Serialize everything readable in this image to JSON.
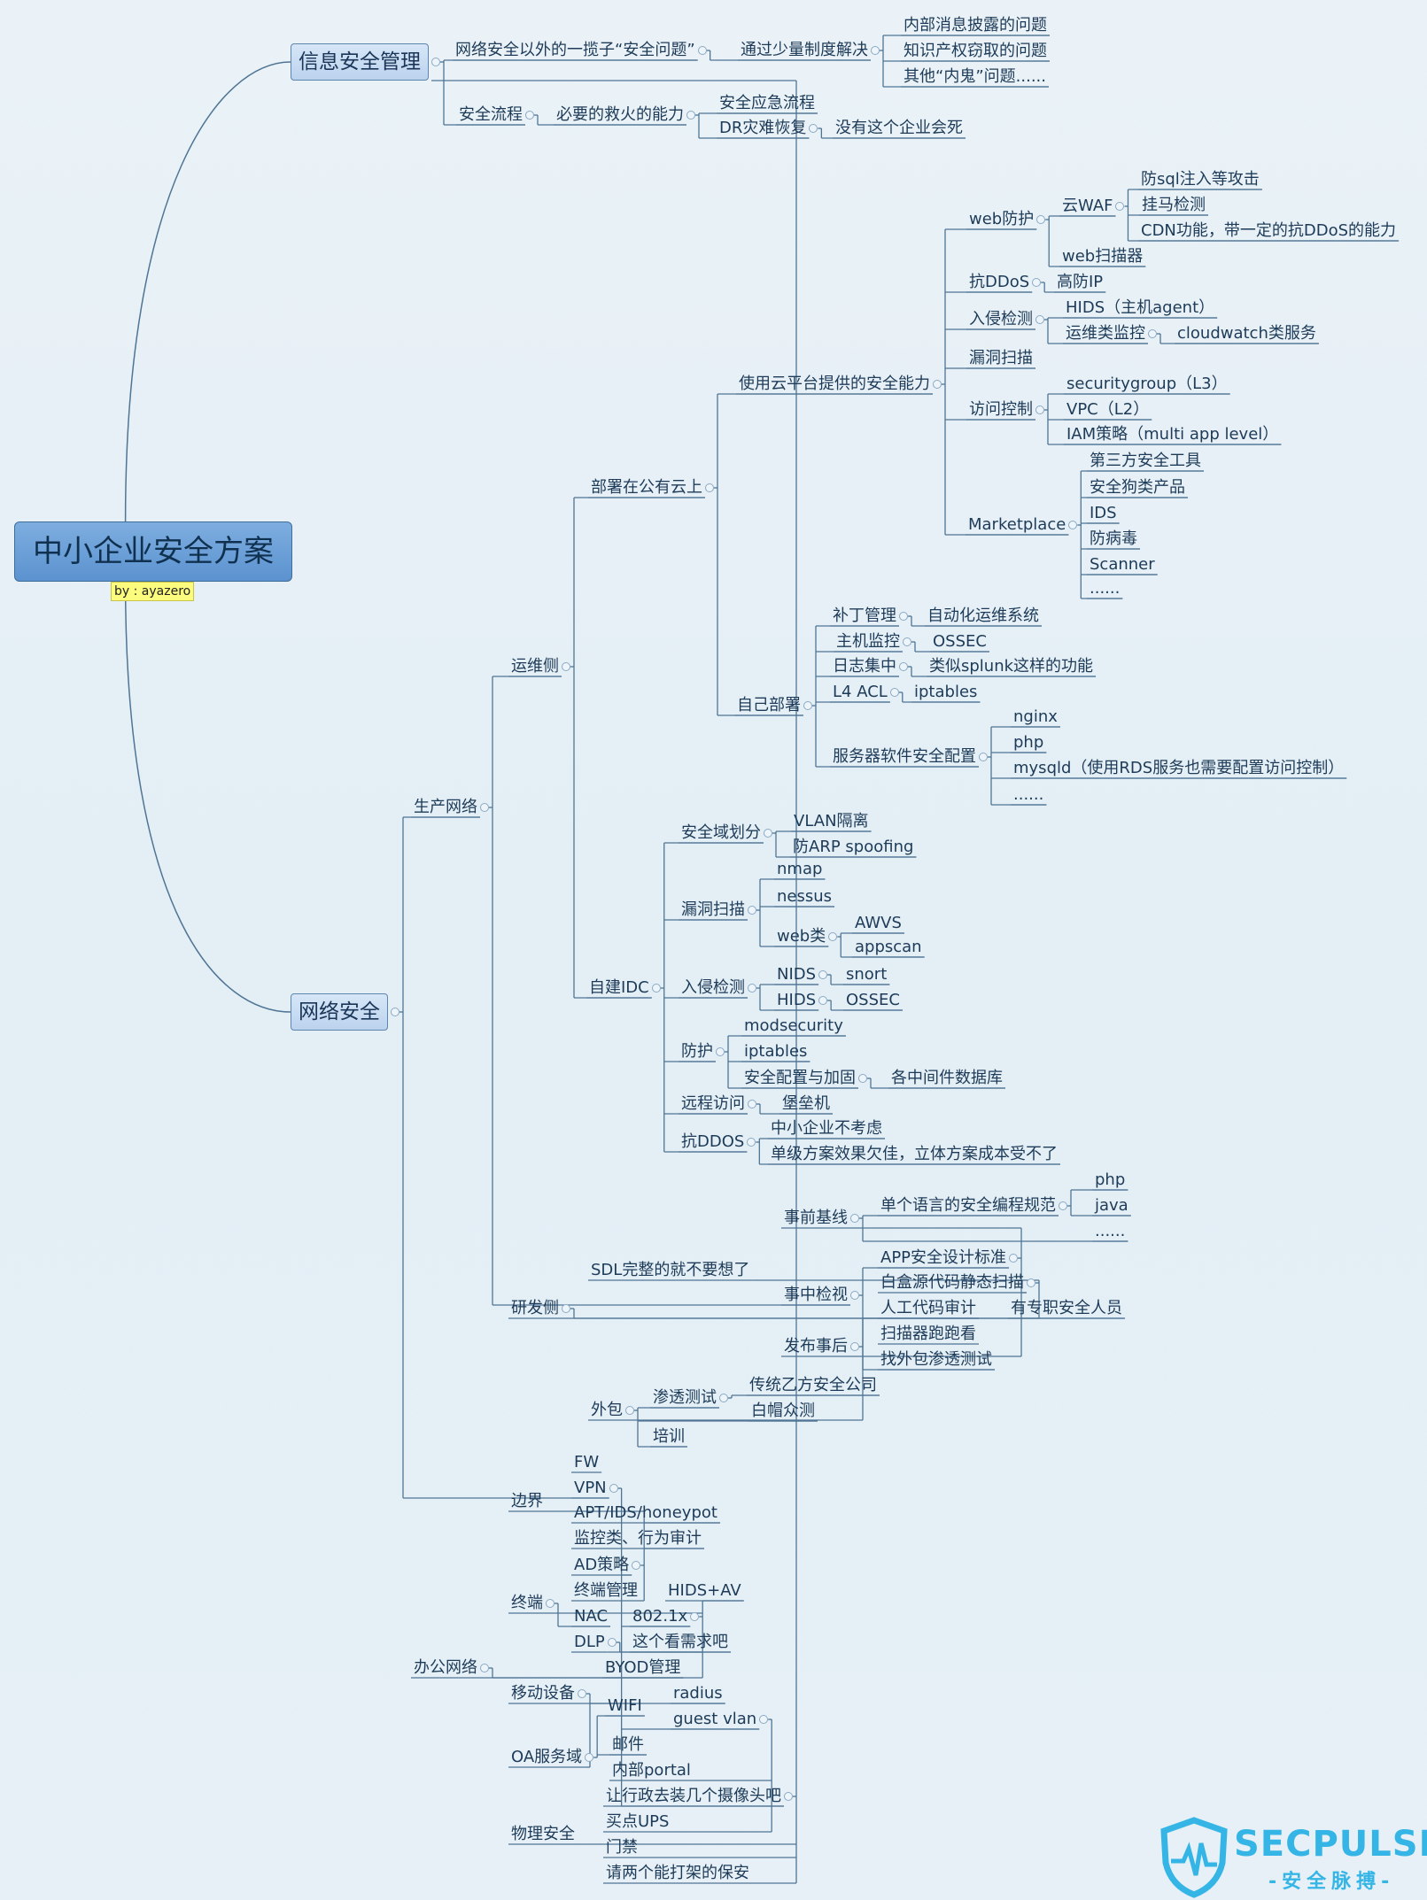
{
  "root": {
    "label": "中小企业安全方案",
    "author": "by : ayazero"
  },
  "branches": {
    "info_security": "信息安全管理",
    "network_security": "网络安全"
  },
  "nodes": [
    "网络安全以外的一揽子“安全问题”",
    "通过少量制度解决",
    "内部消息披露的问题",
    "知识产权窃取的问题",
    "其他“内鬼”问题......",
    "安全流程",
    "必要的救火的能力",
    "安全应急流程",
    "DR灾难恢复",
    "没有这个企业会死",
    "web防护",
    "云WAF",
    "防sql注入等攻击",
    "挂马检测",
    "CDN功能，带一定的抗DDoS的能力",
    "web扫描器",
    "抗DDoS",
    "高防IP",
    "入侵检测",
    "HIDS（主机agent）",
    "运维类监控",
    "cloudwatch类服务",
    "漏洞扫描",
    "使用云平台提供的安全能力",
    "访问控制",
    "securitygroup（L3）",
    "VPC（L2）",
    "IAM策略（multi app level）",
    "第三方安全工具",
    "安全狗类产品",
    "IDS",
    "Marketplace",
    "防病毒",
    "Scanner",
    "......",
    "部署在公有云上",
    "补丁管理",
    "自动化运维系统",
    "主机监控",
    "OSSEC",
    "日志集中",
    "类似splunk这样的功能",
    "L4 ACL",
    "iptables",
    "自己部署",
    "nginx",
    "php",
    "服务器软件安全配置",
    "mysqld（使用RDS服务也需要配置访问控制）",
    "......",
    "运维侧",
    "生产网络",
    "VLAN隔离",
    "安全域划分",
    "防ARP spoofing",
    "nmap",
    "nessus",
    "漏洞扫描",
    "AWVS",
    "web类",
    "appscan",
    "自建IDC",
    "入侵检测",
    "NIDS",
    "snort",
    "HIDS",
    "OSSEC",
    "modsecurity",
    "防护",
    "iptables",
    "安全配置与加固",
    "各中间件数据库",
    "远程访问",
    "堡垒机",
    "中小企业不考虑",
    "抗DDOS",
    "单级方案效果欠佳，立体方案成本受不了",
    "php",
    "事前基线",
    "单个语言的安全编程规范",
    "java",
    "......",
    "APP安全设计标准",
    "SDL完整的就不要想了",
    "白盒源代码静态扫描",
    "事中检视",
    "研发侧",
    "人工代码审计",
    "有专职安全人员",
    "扫描器跑跑看",
    "发布事后",
    "找外包渗透测试",
    "传统乙方安全公司",
    "渗透测试",
    "外包",
    "白帽众测",
    "培训",
    "FW",
    "VPN",
    "边界",
    "APT/IDS/honeypot",
    "监控类、行为审计",
    "AD策略",
    "终端管理",
    "HIDS+AV",
    "终端",
    "NAC",
    "802.1x",
    "DLP",
    "这个看需求吧",
    "办公网络",
    "BYOD管理",
    "移动设备",
    "radius",
    "WIFI",
    "guest vlan",
    "邮件",
    "OA服务域",
    "内部portal",
    "让行政去装几个摄像头吧",
    "买点UPS",
    "物理安全",
    "门禁",
    "请两个能打架的保安"
  ],
  "watermark": {
    "brand": "SECPULSE",
    "sub": "-安全脉搏-"
  }
}
